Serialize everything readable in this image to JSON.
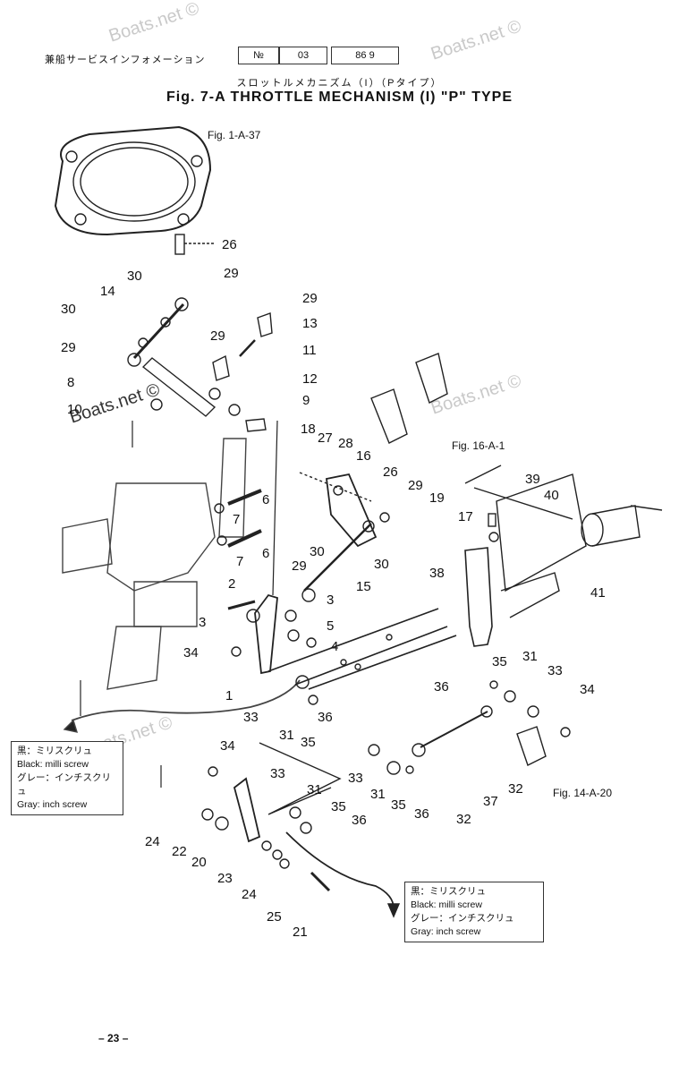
{
  "header": {
    "jp_label": "兼船サービスインフォメーション",
    "no_mark": "№",
    "number": "03",
    "date": "86  9"
  },
  "subtitle_jp": "スロットルメカニズム（I）（Pタイプ）",
  "title": "Fig. 7-A   THROTTLE MECHANISM (I) \"P\" TYPE",
  "watermark": "Boats.net ©",
  "refs": {
    "fig_1a37": "Fig. 1-A-37",
    "fig_16a1": "Fig. 16-A-1",
    "fig_14a20": "Fig. 14-A-20"
  },
  "legend_left": {
    "jp1": "黒：ミリスクリュ",
    "en1": "Black: milli screw",
    "jp2": "グレー：インチスクリュ",
    "en2": "Gray: inch screw"
  },
  "legend_right": {
    "jp1": "黒：ミリスクリュ",
    "en1": "Black: milli screw",
    "jp2": "グレー：インチスクリュ",
    "en2": "Gray: inch screw"
  },
  "callouts": [
    "26",
    "29",
    "30",
    "14",
    "30",
    "29",
    "8",
    "10",
    "29",
    "13",
    "29",
    "11",
    "12",
    "9",
    "18",
    "27",
    "28",
    "16",
    "26",
    "29",
    "19",
    "17",
    "6",
    "7",
    "6",
    "7",
    "30",
    "29",
    "3",
    "2",
    "3",
    "5",
    "4",
    "34",
    "1",
    "33",
    "31",
    "35",
    "36",
    "15",
    "30",
    "39",
    "40",
    "41",
    "38",
    "35",
    "31",
    "33",
    "34",
    "36",
    "32",
    "37",
    "32",
    "36",
    "35",
    "31",
    "33",
    "34",
    "33",
    "31",
    "35",
    "36",
    "24",
    "22",
    "20",
    "23",
    "24",
    "25",
    "21"
  ],
  "page_number": "– 23 –"
}
